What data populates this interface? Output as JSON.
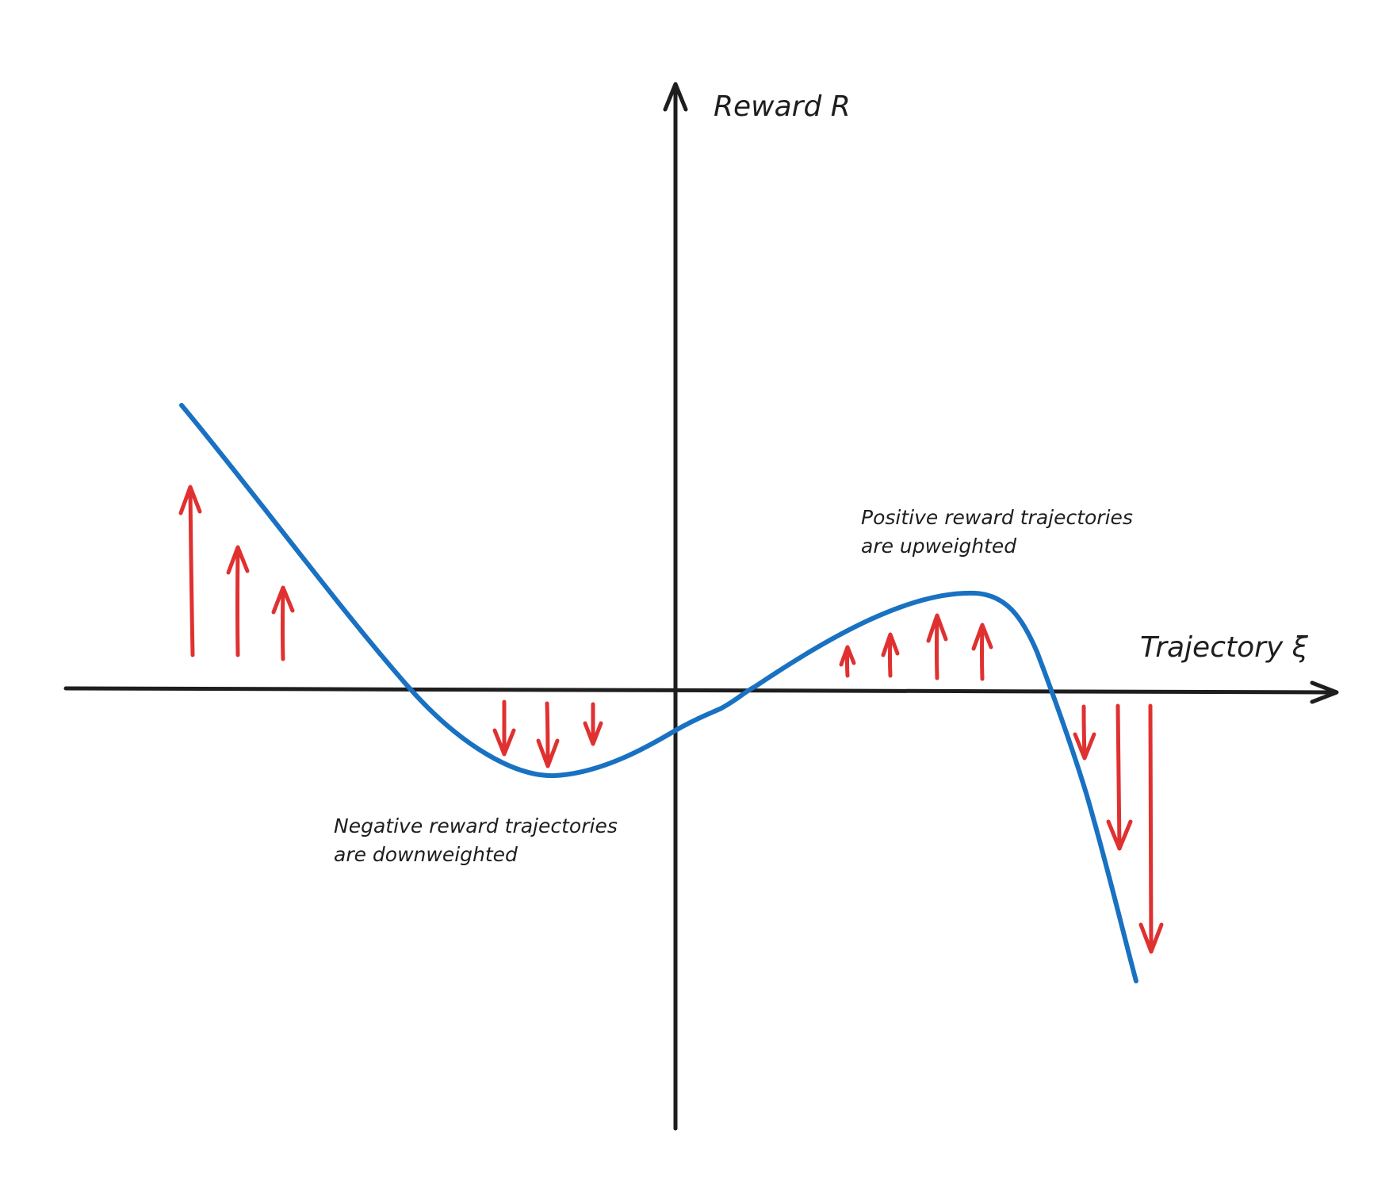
{
  "labels": {
    "y_axis": "Reward R",
    "x_axis": "Trajectory ξ",
    "positive_line1": "Positive reward trajectories",
    "positive_line2": "are upweighted",
    "negative_line1": "Negative reward trajectories",
    "negative_line2": "are downweighted"
  },
  "colors": {
    "axis": "#1e1e1e",
    "curve": "#1971c2",
    "arrow": "#e03131",
    "text": "#1e1e1e",
    "background": "#ffffff"
  }
}
